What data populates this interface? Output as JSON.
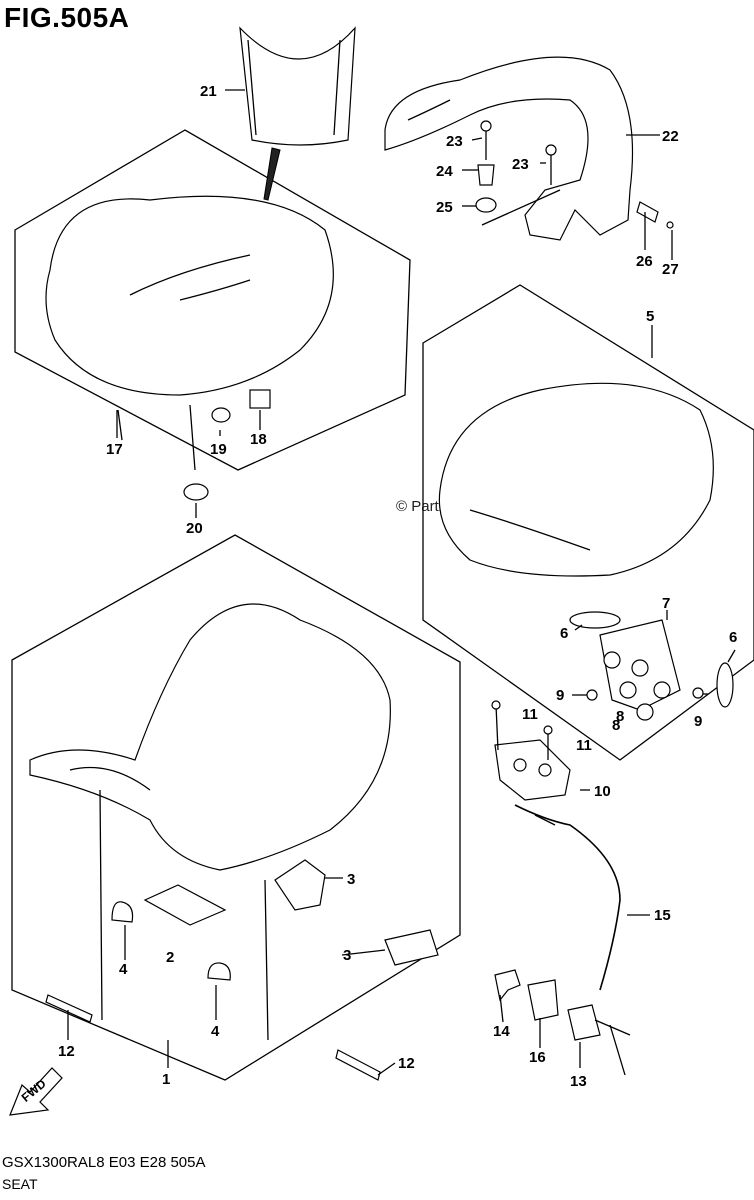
{
  "figure": {
    "title": "FIG.505A",
    "watermark": "© Partzilla.com",
    "footer_code": "GSX1300RAL8  E03  E28  505A",
    "footer_name": "SEAT",
    "fwd_label": "FWD"
  },
  "callouts": {
    "c21": "21",
    "c22": "22",
    "c23a": "23",
    "c23b": "23",
    "c24": "24",
    "c25": "25",
    "c26": "26",
    "c27": "27",
    "c17": "17",
    "c19": "19",
    "c18": "18",
    "c20": "20",
    "c5": "5",
    "c6a": "6",
    "c6b": "6",
    "c7": "7",
    "c9a": "9",
    "c9b": "9",
    "c8a": "8",
    "c8b": "8",
    "c11a": "11",
    "c11b": "11",
    "c10": "10",
    "c15": "15",
    "c3a": "3",
    "c3b": "3",
    "c2": "2",
    "c4a": "4",
    "c4b": "4",
    "c12a": "12",
    "c12b": "12",
    "c1": "1",
    "c14": "14",
    "c16": "16",
    "c13": "13"
  }
}
